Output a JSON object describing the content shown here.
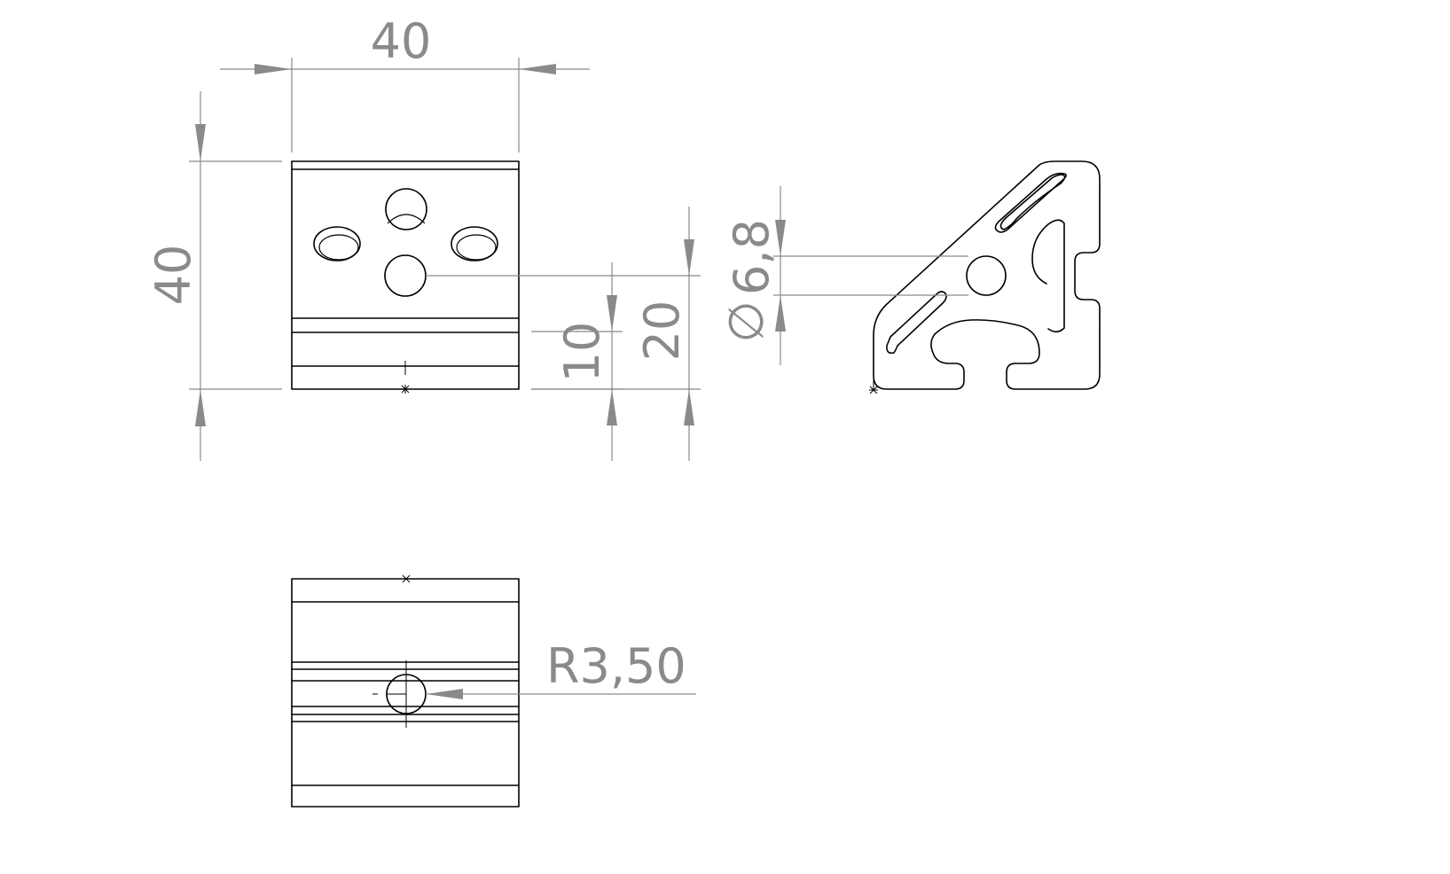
{
  "dimensions": {
    "top_width": "40",
    "left_height": "40",
    "hole_height_10": "10",
    "hole_height_20": "20",
    "hole_diameter": "6,8",
    "diameter_symbol": "∅",
    "radius": "R3,50"
  },
  "colors": {
    "object_lines": "#000000",
    "dimension_lines": "#8a8a8a",
    "background": "#ffffff"
  }
}
